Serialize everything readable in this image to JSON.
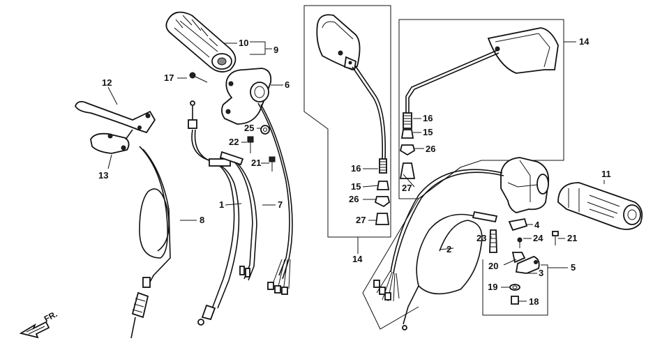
{
  "labels": {
    "p1": "1",
    "p2": "2",
    "p3": "3",
    "p4": "4",
    "p5": "5",
    "p6": "6",
    "p7": "7",
    "p8": "8",
    "p9": "9",
    "p10": "10",
    "p11": "11",
    "p12": "12",
    "p13": "13",
    "p14a": "14",
    "p14b": "14",
    "p15a": "15",
    "p15b": "15",
    "p16a": "16",
    "p16b": "16",
    "p17": "17",
    "p18": "18",
    "p19": "19",
    "p20": "20",
    "p21a": "21",
    "p21b": "21",
    "p22": "22",
    "p23": "23",
    "p24": "24",
    "p25": "25",
    "p26a": "26",
    "p26b": "26",
    "p27a": "27",
    "p27b": "27"
  },
  "direction_marker": {
    "text": "FR."
  }
}
